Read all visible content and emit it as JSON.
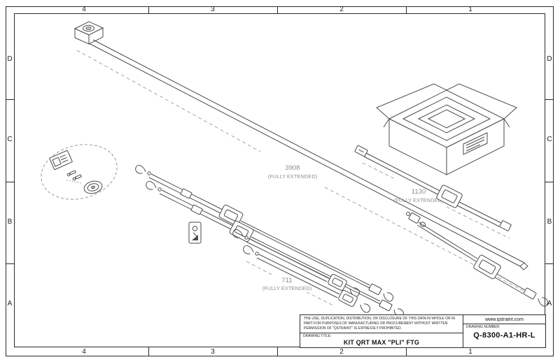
{
  "grid": {
    "cols": [
      "4",
      "3",
      "2",
      "1"
    ],
    "rows": [
      "D",
      "C",
      "B",
      "A"
    ]
  },
  "dimensions": {
    "rail": {
      "value": "3908",
      "note": "(FULLY EXTENDED)"
    },
    "box_strap": {
      "value": "1130",
      "note": "(FULLY EXTENDED)"
    },
    "short_strap": {
      "value": "711",
      "note": "(FULLY EXTENDED)"
    }
  },
  "title_block": {
    "legal": "THE USE, DUPLICATION, DISTRIBUTION, OR DISCLOSURE OF THIS DATA IN WHOLE OR IN PART FOR PURPOSES OF MANUFACTURING OR PROCUREMENT WITHOUT WRITTEN PERMISSION OF \"QSTRAINT\" IS EXPRESSLY PROHIBITED.",
    "drawing_title_label": "DRAWING TITLE:",
    "drawing_title": "KIT QRT MAX \"PLI\" FTG",
    "website": "www.qstraint.com",
    "drawing_number_label": "DRAWING NUMBER:",
    "drawing_number": "Q-8300-A1-HR-L"
  }
}
